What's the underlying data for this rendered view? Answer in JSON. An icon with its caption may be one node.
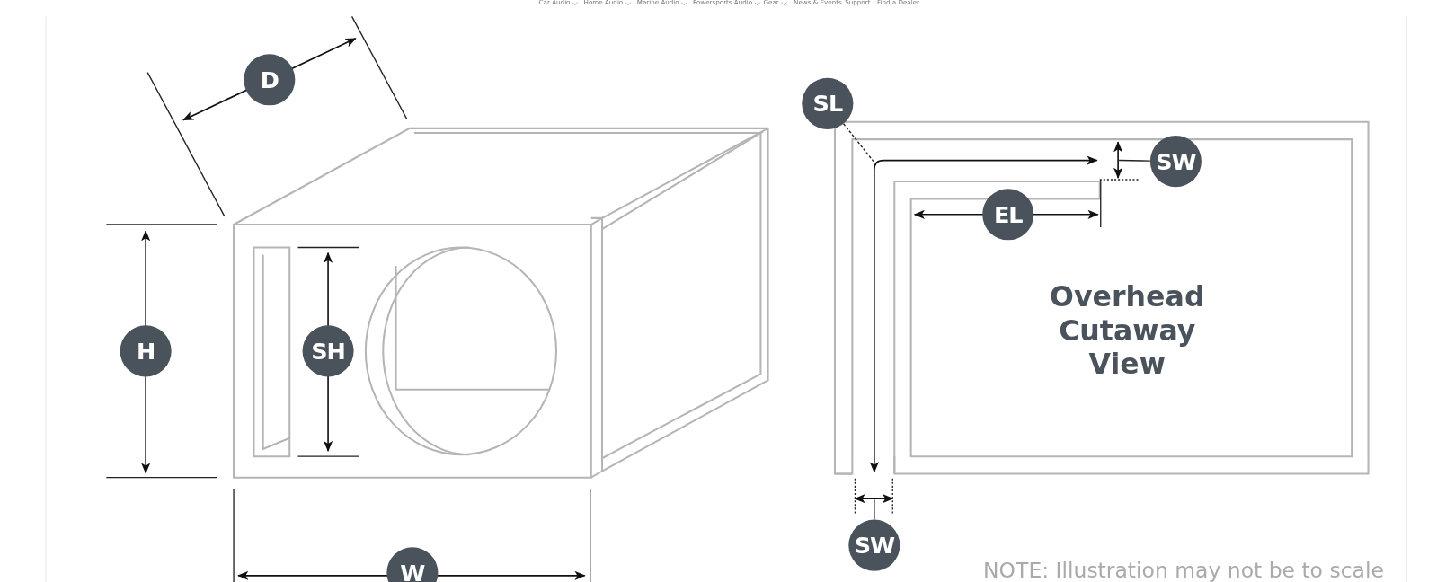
{
  "diagram": {
    "nodes": [
      {
        "text": [
          "D"
        ]
      },
      {
        "text": [
          "SL"
        ]
      },
      {
        "text": [
          "SW"
        ]
      },
      {
        "text": [
          "EL"
        ]
      },
      {
        "text": [
          "H"
        ]
      },
      {
        "text": [
          "SH"
        ]
      },
      {
        "text": [
          "SW"
        ]
      },
      {
        "text": [
          "W"
        ]
      }
    ],
    "edges": [
      {
        "from": 1,
        "to": null,
        "arrow": "none",
        "style": "dashed"
      },
      {
        "from": 2,
        "to": null,
        "arrow": "none"
      },
      {
        "from": 6,
        "to": null,
        "arrow": "none"
      }
    ],
    "labels": [
      "Car Audio",
      "Home Audio",
      "Marine Audio",
      "Powersports Audio",
      "Gear",
      "News & Events",
      "Support",
      "Find a Dealer",
      "Overhead Cutaway View",
      "NOTE: Illustration may not be to scale"
    ]
  }
}
